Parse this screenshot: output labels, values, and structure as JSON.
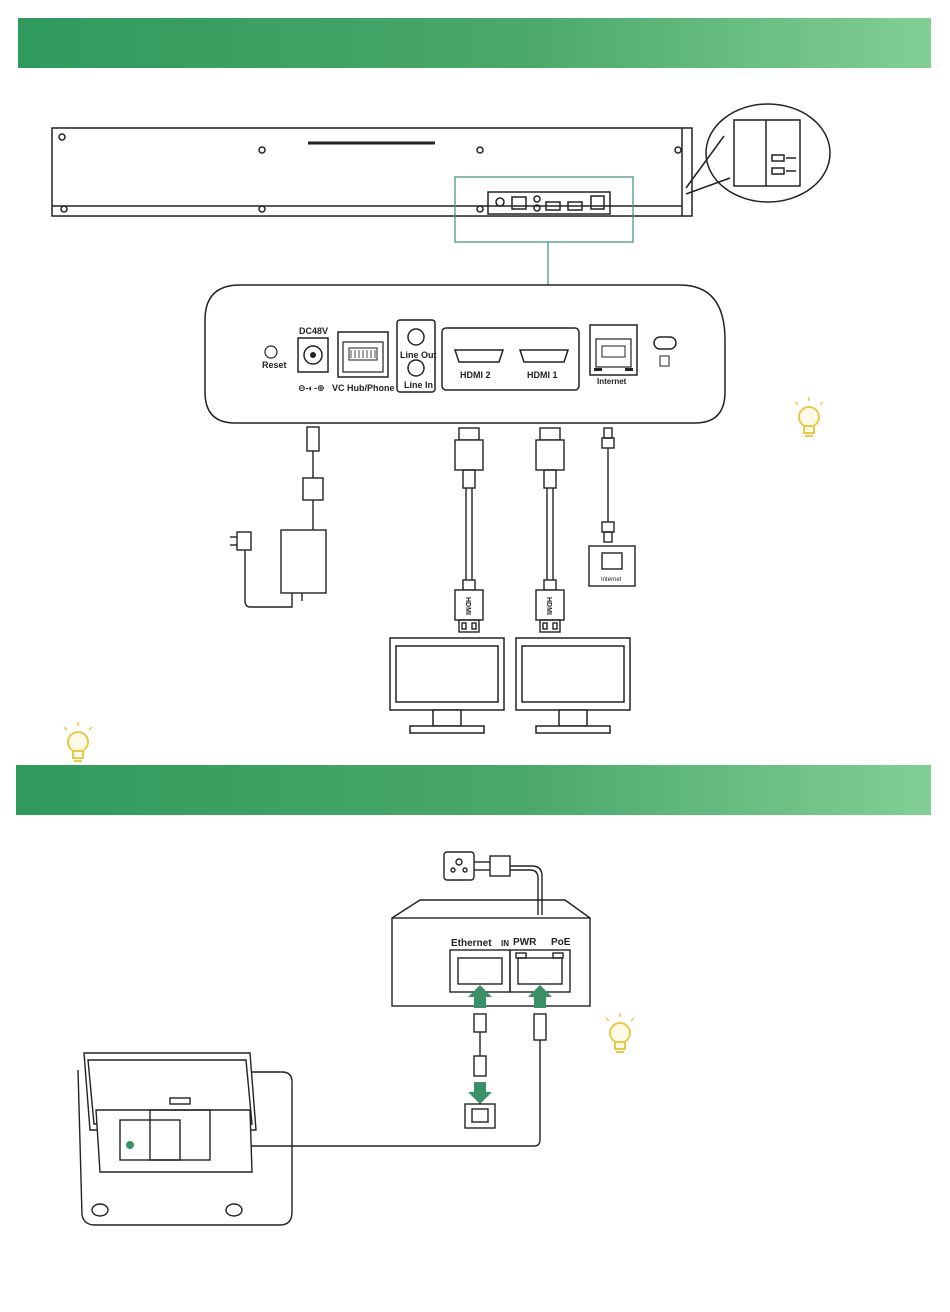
{
  "rear_panel": {
    "reset": "Reset",
    "dc": "DC48V",
    "vc_hub_phone": "VC Hub/Phone",
    "line_out": "Line Out",
    "line_in": "Line In",
    "hdmi2": "HDMI 2",
    "hdmi1": "HDMI 1",
    "internet": "Internet"
  },
  "cable_labels": {
    "hdmi_plug": "HDMI",
    "wall_jack": "Internet"
  },
  "poe_injector": {
    "ethernet": "Ethernet",
    "in": "IN",
    "pwr": "PWR",
    "poe": "PoE"
  },
  "colors": {
    "banner_start": "#2f9a5c",
    "banner_end": "#82cf95",
    "arrow": "#3a8f66",
    "tip_bulb": "#e8c94a"
  }
}
